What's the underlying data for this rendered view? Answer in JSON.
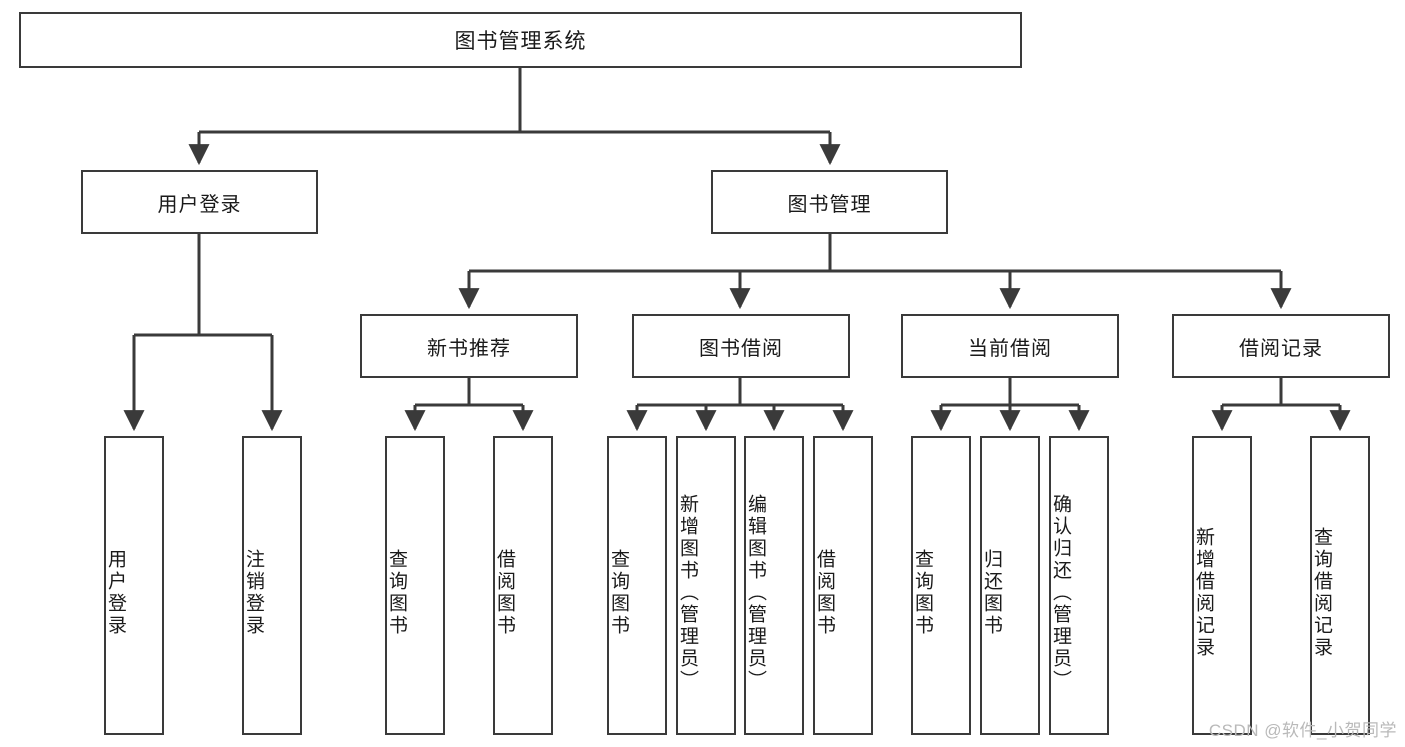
{
  "diagram": {
    "title": "图书管理系统",
    "type": "tree-hierarchy",
    "watermark": "CSDN @软件_小贺同学",
    "colors": {
      "stroke": "#3a3a3a",
      "fill": "#ffffff",
      "text": "#1a1a1a",
      "watermark": "#b9b9b9"
    }
  },
  "nodes": {
    "root": {
      "label": "图书管理系统"
    },
    "level1": [
      {
        "id": "user-login",
        "label": "用户登录"
      },
      {
        "id": "book-manage",
        "label": "图书管理"
      }
    ],
    "level2": [
      {
        "id": "new-book-rec",
        "label": "新书推荐"
      },
      {
        "id": "book-borrow",
        "label": "图书借阅"
      },
      {
        "id": "current-borrow",
        "label": "当前借阅"
      },
      {
        "id": "borrow-record",
        "label": "借阅记录"
      }
    ],
    "leaves": {
      "user_login": [
        {
          "id": "leaf-user-login",
          "label": "用户登录"
        },
        {
          "id": "leaf-logout-login",
          "label": "注销登录"
        }
      ],
      "new_book_rec": [
        {
          "id": "leaf-query-book-1",
          "label": "查询图书"
        },
        {
          "id": "leaf-borrow-book-1",
          "label": "借阅图书"
        }
      ],
      "book_borrow": [
        {
          "id": "leaf-query-book-2",
          "label": "查询图书"
        },
        {
          "id": "leaf-add-book",
          "label": "新增图书（管理员）"
        },
        {
          "id": "leaf-edit-book",
          "label": "编辑图书（管理员）"
        },
        {
          "id": "leaf-borrow-book-2",
          "label": "借阅图书"
        }
      ],
      "current_borrow": [
        {
          "id": "leaf-query-book-3",
          "label": "查询图书"
        },
        {
          "id": "leaf-return-book",
          "label": "归还图书"
        },
        {
          "id": "leaf-confirm-return",
          "label": "确认归还（管理员）"
        }
      ],
      "borrow_record": [
        {
          "id": "leaf-add-record",
          "label": "新增借阅记录"
        },
        {
          "id": "leaf-query-record",
          "label": "查询借阅记录"
        }
      ]
    }
  }
}
